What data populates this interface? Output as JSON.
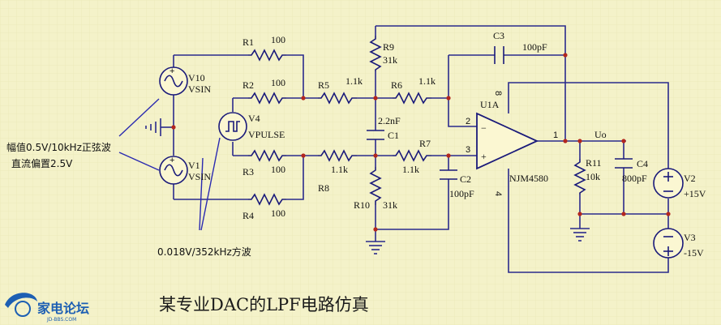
{
  "title": "某专业DAC的LPF电路仿真",
  "annotations": {
    "sine_note_line1": "幅值0.5V/10kHz正弦波",
    "sine_note_line2": "直流偏置2.5V",
    "pulse_note": "0.018V/352kHz方波"
  },
  "sources": {
    "v10": {
      "name": "V10",
      "type": "VSIN"
    },
    "v1": {
      "name": "V1",
      "type": "VSIN"
    },
    "v4": {
      "name": "V4",
      "type": "VPULSE"
    },
    "v2": {
      "name": "V2",
      "value": "+15V"
    },
    "v3": {
      "name": "V3",
      "value": "-15V"
    }
  },
  "resistors": {
    "r1": {
      "name": "R1",
      "value": "100"
    },
    "r2": {
      "name": "R2",
      "value": "100"
    },
    "r3": {
      "name": "R3",
      "value": "100"
    },
    "r4": {
      "name": "R4",
      "value": "100"
    },
    "r5": {
      "name": "R5",
      "value": "1.1k"
    },
    "r6": {
      "name": "R6",
      "value": "1.1k"
    },
    "r7": {
      "name": "R7",
      "value": "1.1k"
    },
    "r8": {
      "name": "R8",
      "value": "1.1k"
    },
    "r9": {
      "name": "R9",
      "value": "31k"
    },
    "r10": {
      "name": "R10",
      "value": "31k"
    },
    "r11": {
      "name": "R11",
      "value": "10k"
    }
  },
  "capacitors": {
    "c1": {
      "name": "C1",
      "value": "2.2nF"
    },
    "c2": {
      "name": "C2",
      "value": "100pF"
    },
    "c3": {
      "name": "C3",
      "value": "100pF"
    },
    "c4": {
      "name": "C4",
      "value": "800pF"
    }
  },
  "opamp": {
    "ref": "U1A",
    "part": "NJM4580",
    "pin_inv": "2",
    "pin_noninv": "3",
    "pin_out": "1",
    "pin_vpos": "8",
    "pin_vneg": "4",
    "sign_minus": "−",
    "sign_plus": "+"
  },
  "output_label": "Uo",
  "watermark": {
    "text": "家电论坛",
    "sub": "JD-BBS.COM"
  },
  "colors": {
    "background": "#f4f2c9",
    "wire": "#2a2a8c",
    "junction": "#b3261e",
    "callout": "#2a2ab0",
    "watermark": "#1d5fb3"
  }
}
